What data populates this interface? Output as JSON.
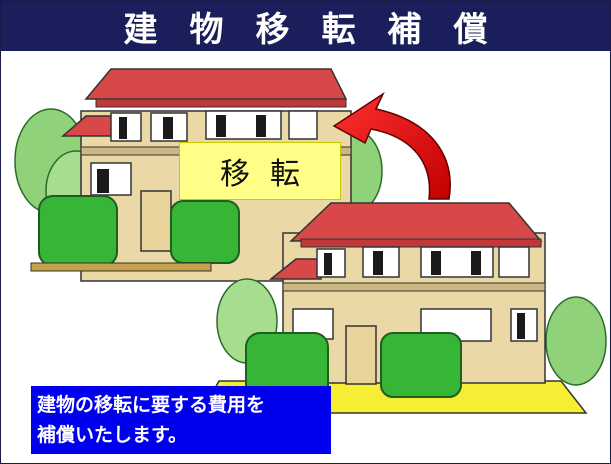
{
  "title": "建物移転補償",
  "move_label": "移転",
  "caption": {
    "line1": "建物の移転に要する費用を",
    "line2": "補償いたします。"
  },
  "colors": {
    "title_bg": "#1a1f5c",
    "caption_bg": "#0000ee",
    "label_bg": "#ffff88",
    "arrow": "#e00000",
    "roof": "#d84848",
    "wall": "#ead9a6",
    "tree": "#3cb83c"
  },
  "icons": [
    "house-illustration",
    "curved-arrow-icon",
    "tree-icon"
  ]
}
